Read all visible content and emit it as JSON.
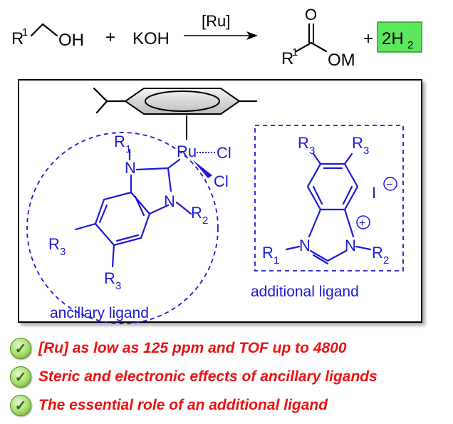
{
  "reaction": {
    "r1_label": "R",
    "r1_sup": "1",
    "oh_label": "OH",
    "plus1": "+",
    "koh": "KOH",
    "catalyst": "[Ru]",
    "o_label": "O",
    "prod_r1": "R",
    "prod_r1_sup": "1",
    "om_label": "OM",
    "plus2": "+",
    "h2_coef": "2H",
    "h2_sub": "2"
  },
  "complex": {
    "ru": "Ru",
    "cl1": "Cl",
    "cl2": "Cl",
    "r1": "R",
    "r1_sub": "1",
    "r2": "R",
    "r2_sub": "2",
    "r3a": "R",
    "r3a_sub": "3",
    "r3b": "R",
    "r3b_sub": "3",
    "n1": "N",
    "n2": "N",
    "caption": "ancillary ligand"
  },
  "additional": {
    "r3a": "R",
    "r3a_sub": "3",
    "r3b": "R",
    "r3b_sub": "3",
    "iodide": "I",
    "minus": "−",
    "plus": "+",
    "n1": "N",
    "n2": "N",
    "r1": "R",
    "r1_sub": "1",
    "r2": "R",
    "r2_sub": "2",
    "caption": "additional ligand"
  },
  "highlights": [
    {
      "text": "[Ru] as low as 125 ppm and TOF up to 4800"
    },
    {
      "text": " Steric and electronic effects of ancillary ligands"
    },
    {
      "text": "The essential role of an additional ligand"
    }
  ],
  "colors": {
    "ligand_blue": "#1a1ad8",
    "highlight_red": "#ee1111",
    "h2_box_green": "#5ee65e",
    "check_green": "#a6dc6a"
  },
  "icons": {
    "bullet": "check-icon"
  }
}
